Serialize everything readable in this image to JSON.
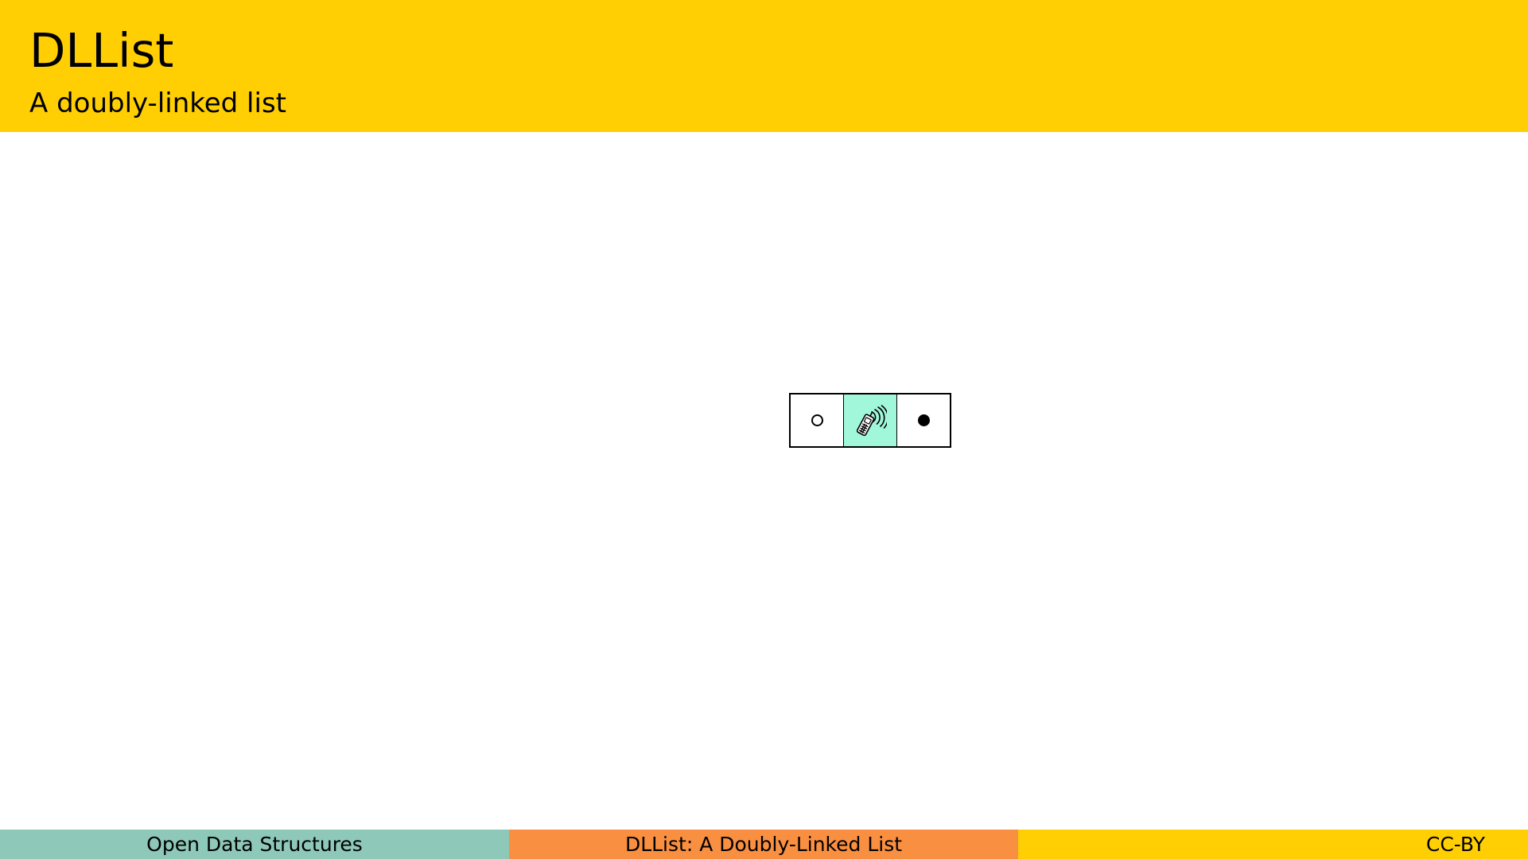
{
  "header": {
    "title": "DLList",
    "subtitle": "A doubly-linked list"
  },
  "diagram": {
    "node": {
      "prev_pointer": "null-pointer",
      "data_icon": "mobile-phone-icon",
      "next_pointer": "set-pointer"
    }
  },
  "footer": {
    "left": "Open Data Structures",
    "center": "DLList: A Doubly-Linked List",
    "right": "CC-BY"
  },
  "colors": {
    "header_background": "#ffcf04",
    "footer_left_background": "#8ec8b8",
    "footer_center_background": "#f98f40",
    "footer_right_background": "#ffcf04",
    "node_data_background": "#a0f7d9"
  }
}
